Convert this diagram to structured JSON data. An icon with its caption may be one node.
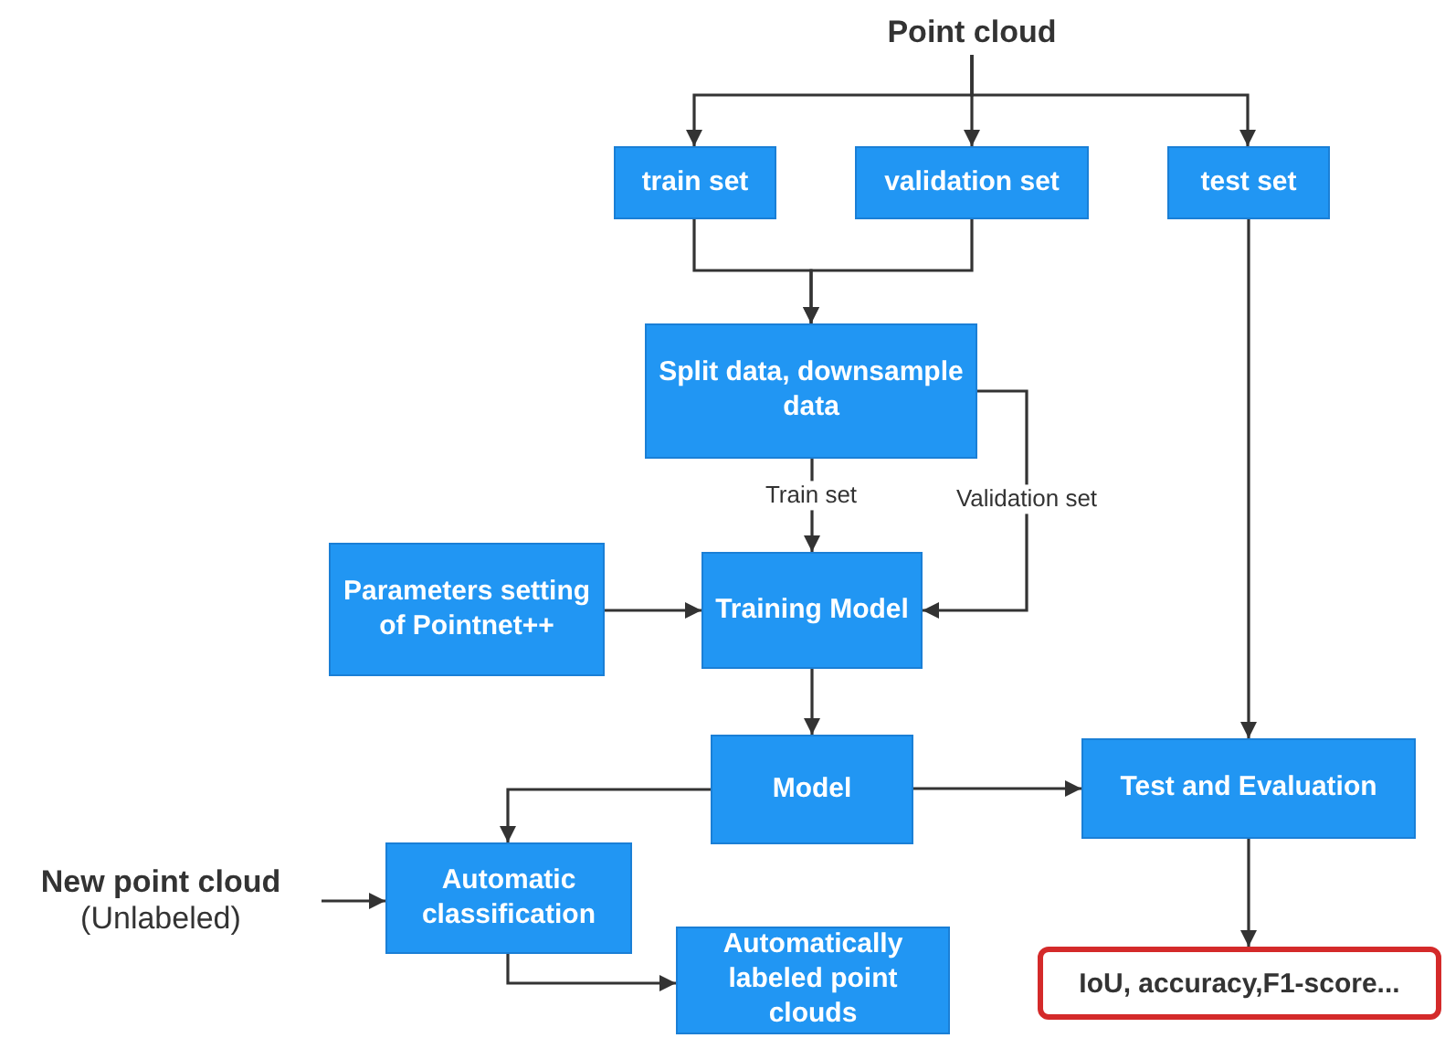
{
  "diagram": {
    "nodes": [
      {
        "text": [
          "Point cloud"
        ]
      },
      {
        "text": [
          "train set"
        ]
      },
      {
        "text": [
          "validation set"
        ]
      },
      {
        "text": [
          "test set"
        ]
      },
      {
        "text": [
          "Split data, downsample data"
        ]
      },
      {
        "text": [
          "Parameters setting of Pointnet++"
        ]
      },
      {
        "text": [
          "Training Model"
        ]
      },
      {
        "text": [
          "Model"
        ]
      },
      {
        "text": [
          "Test and Evaluation"
        ]
      },
      {
        "text": [
          "New point cloud",
          "(Unlabeled)"
        ]
      },
      {
        "text": [
          "Automatic classification"
        ]
      },
      {
        "text": [
          "Automatically labeled point clouds"
        ]
      },
      {
        "text": [
          "IoU, accuracy,F1-score..."
        ]
      }
    ],
    "edges": [
      {
        "from": 0,
        "to": 1,
        "arrow": "to"
      },
      {
        "from": 0,
        "to": 2,
        "arrow": "to"
      },
      {
        "from": 0,
        "to": 3,
        "arrow": "to"
      },
      {
        "from": 1,
        "to": 4,
        "arrow": "to"
      },
      {
        "from": 2,
        "to": 4,
        "arrow": "to"
      },
      {
        "from": 4,
        "to": 6,
        "arrow": "to",
        "label": "Train set"
      },
      {
        "from": 4,
        "to": 6,
        "arrow": "to",
        "label": "Validation set"
      },
      {
        "from": 5,
        "to": 6,
        "arrow": "to"
      },
      {
        "from": 6,
        "to": 7,
        "arrow": "to"
      },
      {
        "from": 7,
        "to": 10,
        "arrow": "to"
      },
      {
        "from": 7,
        "to": 8,
        "arrow": "to"
      },
      {
        "from": 3,
        "to": 8,
        "arrow": "to"
      },
      {
        "from": 9,
        "to": 10,
        "arrow": "to"
      },
      {
        "from": 10,
        "to": 11,
        "arrow": "to"
      },
      {
        "from": 8,
        "to": 12,
        "arrow": "to"
      }
    ]
  }
}
